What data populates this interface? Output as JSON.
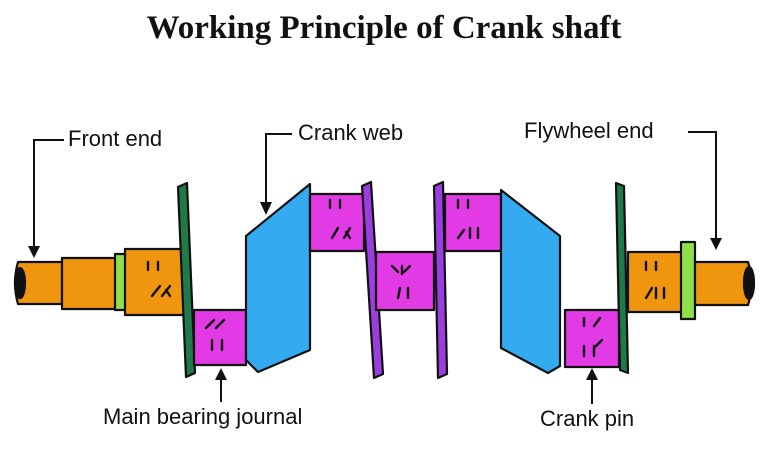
{
  "title": "Working Principle of Crank shaft",
  "labels": {
    "front_end": "Front end",
    "crank_web": "Crank web",
    "flywheel_end": "Flywheel end",
    "main_bearing_journal": "Main bearing journal",
    "crank_pin": "Crank pin"
  },
  "colors": {
    "shaft": "#f0960e",
    "collar": "#8ee04a",
    "flange": "#1f7a4a",
    "journal": "#e23be6",
    "web": "#34aaf0",
    "inner_web": "#9a3ee0",
    "outline": "#111111"
  }
}
